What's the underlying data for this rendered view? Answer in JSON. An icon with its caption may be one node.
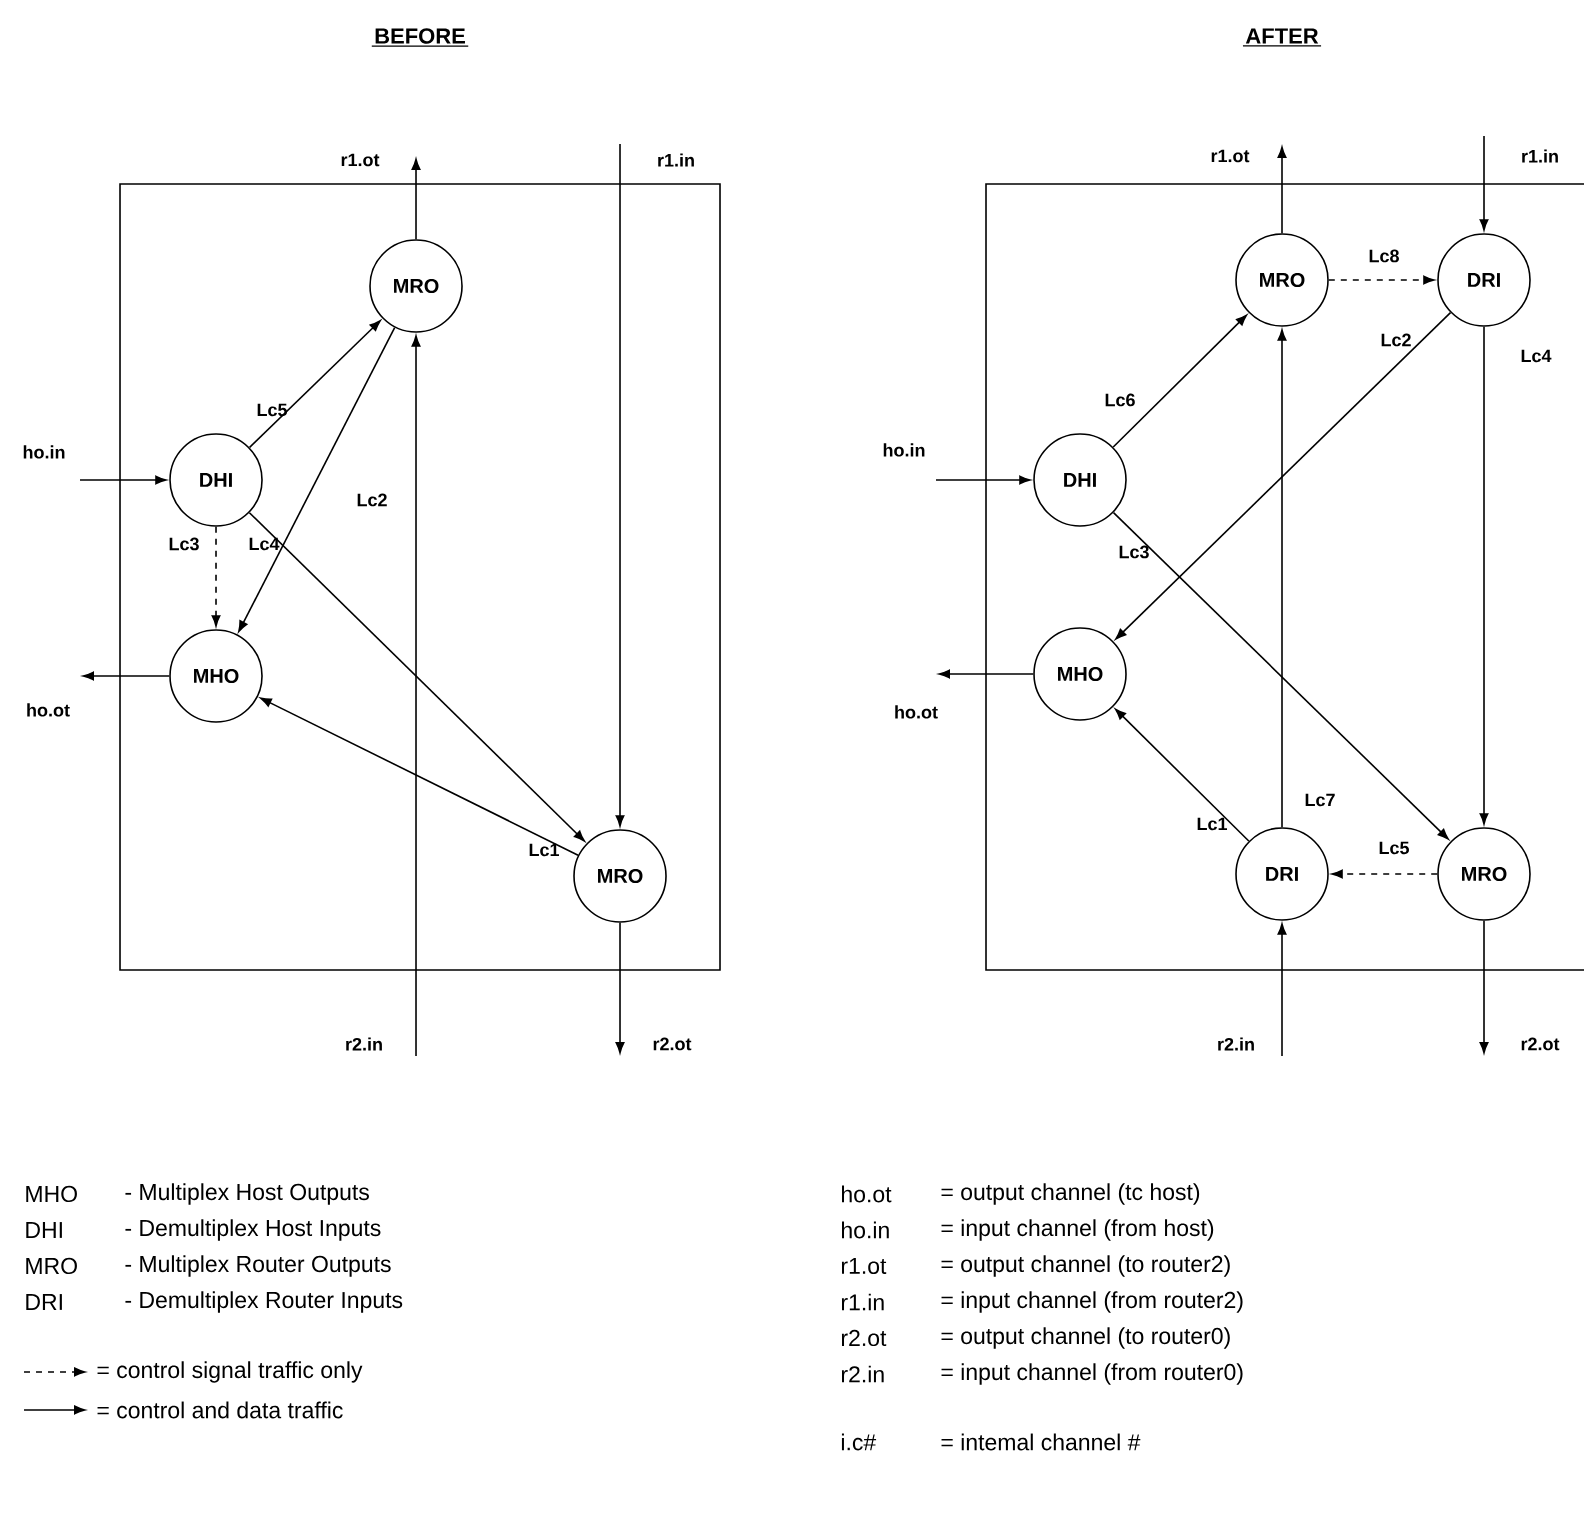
{
  "diagram": {
    "nodes": [
      {
        "text": [
          "MRO"
        ]
      },
      {
        "text": [
          "DHI"
        ]
      },
      {
        "text": [
          "MHO"
        ]
      },
      {
        "text": [
          "MRO"
        ]
      },
      {
        "text": [
          "MRO"
        ]
      },
      {
        "text": [
          "DRI"
        ]
      },
      {
        "text": [
          "DHI"
        ]
      },
      {
        "text": [
          "MHO"
        ]
      },
      {
        "text": [
          "DRI"
        ]
      },
      {
        "text": [
          "MRO"
        ]
      }
    ],
    "edges": [
      {
        "from": 0,
        "to": null,
        "arrow": "to",
        "label": "r1.ot"
      },
      {
        "from": null,
        "to": 3,
        "arrow": "to",
        "label": "r1.in"
      },
      {
        "from": null,
        "to": 0,
        "arrow": "to",
        "label": "r2.in"
      },
      {
        "from": 3,
        "to": null,
        "arrow": "to",
        "label": "r2.ot"
      },
      {
        "from": null,
        "to": 1,
        "arrow": "to",
        "label": "ho.in"
      },
      {
        "from": 2,
        "to": null,
        "arrow": "to",
        "label": "ho.ot"
      },
      {
        "from": 1,
        "to": 0,
        "arrow": "to",
        "label": "Lc5"
      },
      {
        "from": 0,
        "to": 2,
        "arrow": "to",
        "label": "Lc2"
      },
      {
        "from": 1,
        "to": 2,
        "arrow": "to",
        "label": "Lc3",
        "style": "dashed"
      },
      {
        "from": 1,
        "to": 3,
        "arrow": "to",
        "label": "Lc4"
      },
      {
        "from": 3,
        "to": 2,
        "arrow": "to",
        "label": "Lc1"
      },
      {
        "from": 4,
        "to": null,
        "arrow": "to",
        "label": "r1.ot"
      },
      {
        "from": null,
        "to": 5,
        "arrow": "to",
        "label": "r1.in"
      },
      {
        "from": null,
        "to": 8,
        "arrow": "to",
        "label": "r2.in"
      },
      {
        "from": 9,
        "to": null,
        "arrow": "to",
        "label": "r2.ot"
      },
      {
        "from": null,
        "to": 6,
        "arrow": "to",
        "label": "ho.in"
      },
      {
        "from": 7,
        "to": null,
        "arrow": "to",
        "label": "ho.ot"
      },
      {
        "from": 6,
        "to": 4,
        "arrow": "to",
        "label": "Lc6"
      },
      {
        "from": 4,
        "to": 5,
        "arrow": "to",
        "label": "Lc8",
        "style": "dashed"
      },
      {
        "from": 5,
        "to": 7,
        "arrow": "to",
        "label": "Lc2"
      },
      {
        "from": 5,
        "to": 9,
        "arrow": "to",
        "label": "Lc4"
      },
      {
        "from": 6,
        "to": 9,
        "arrow": "to",
        "label": "Lc3"
      },
      {
        "from": 8,
        "to": 7,
        "arrow": "to",
        "label": "Lc1"
      },
      {
        "from": 8,
        "to": 4,
        "arrow": "to",
        "label": "Lc7"
      },
      {
        "from": 9,
        "to": 8,
        "arrow": "to",
        "label": "Lc5",
        "style": "dashed"
      }
    ],
    "labels": [
      "BEFORE",
      "AFTER",
      "MHO",
      "- Multiplex Host Outputs",
      "ho.ot",
      "= output channel  (tc host)",
      "DHI",
      "- Demultiplex Host Inputs",
      "ho.in",
      "= input channel  (from host)",
      "MRO",
      "- Multiplex Router Outputs",
      "r1.ot",
      "= output channel  (to router2)",
      "DRI",
      "- Demultiplex Router Inputs",
      "r1.in",
      "= input channel  (from router2)",
      "r2.ot",
      "= output channel (to router0)",
      "r2.in",
      "= input channel (from router0)",
      "i.c#",
      "= intemal channel #"
    ],
    "legend": [
      {
        "text": "= control signal traffic only"
      },
      {
        "text": "= control and data traffic"
      }
    ]
  }
}
